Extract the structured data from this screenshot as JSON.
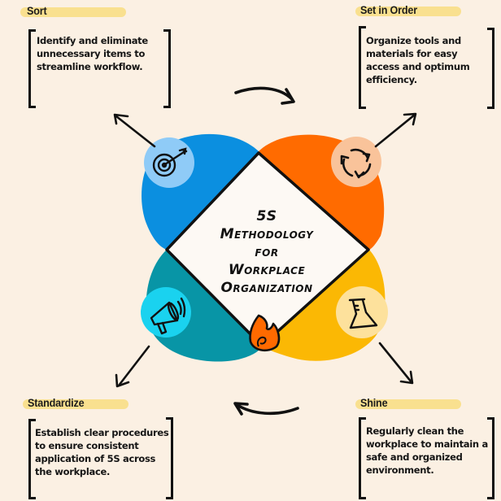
{
  "center": {
    "title_lines": [
      "5S",
      "Methodology",
      "for",
      "Workplace",
      "Organization"
    ]
  },
  "steps": [
    {
      "id": "sort",
      "title": "Sort",
      "description_lines": [
        "Identify and eliminate",
        "unnecessary items to",
        "streamline workflow."
      ],
      "icon": "target-icon",
      "color": "#0b8fe0",
      "icon_bg": "#8fcbf7"
    },
    {
      "id": "set-in-order",
      "title": "Set in Order",
      "description_lines": [
        "Organize tools and",
        "materials for easy",
        "access and optimum",
        "efficiency."
      ],
      "icon": "cycle-arrows-icon",
      "color": "#ff6b00",
      "icon_bg": "#f9c39a"
    },
    {
      "id": "shine",
      "title": "Shine",
      "description_lines": [
        "Regularly clean the",
        "workplace to maintain a",
        "safe and organized",
        "environment."
      ],
      "icon": "flask-icon",
      "color": "#fbb804",
      "icon_bg": "#fde19c"
    },
    {
      "id": "standardize",
      "title": "Standardize",
      "description_lines": [
        "Establish clear procedures",
        "to ensure consistent",
        "application of 5S across",
        "the workplace."
      ],
      "icon": "megaphone-icon",
      "color": "#0895a6",
      "icon_bg": "#1ad2ef"
    }
  ],
  "center_icon": "fire-icon",
  "colors": {
    "background": "#fbf0e3",
    "pill": "#f9e08f",
    "center_fill": "#fdf9f4",
    "ink": "#111111",
    "fire": "#ff6a00"
  }
}
